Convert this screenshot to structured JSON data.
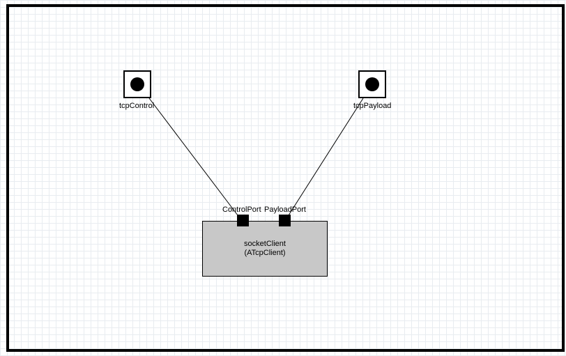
{
  "diagram": {
    "external_ports": [
      {
        "name": "tcpControl",
        "icon": "port-icon"
      },
      {
        "name": "tcpPayload",
        "icon": "port-icon"
      }
    ],
    "part": {
      "name": "socketClient",
      "type": "(ATcpClient)",
      "ports": [
        {
          "name": "ControlPort"
        },
        {
          "name": "PayloadPort"
        }
      ]
    },
    "connections": [
      {
        "from": "tcpControl",
        "to": "ControlPort"
      },
      {
        "from": "tcpPayload",
        "to": "PayloadPort"
      }
    ],
    "colors": {
      "frame": "#000000",
      "part_fill": "#c8c8c8",
      "grid": "#e8ecf0"
    }
  }
}
